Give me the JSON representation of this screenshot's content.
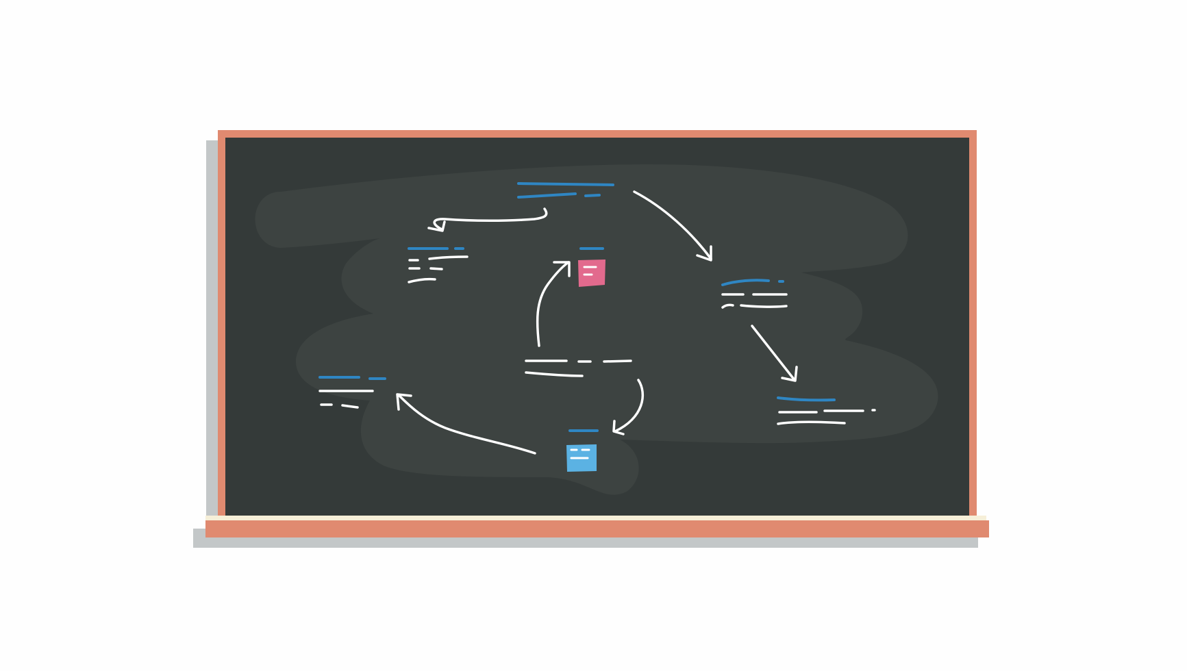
{
  "colors": {
    "background": "#fefefe",
    "frame": "#e08a70",
    "board": "#343a39",
    "smudge": "#3d4341",
    "shadow": "#c3c7c8",
    "ledge_highlight": "#f6efd8",
    "chalk": "#ffffff",
    "accent_blue": "#2f86c3",
    "sticky_pink": "#e26a8d",
    "sticky_blue": "#5bb2e3"
  },
  "diagram": {
    "nodes": [
      {
        "id": "top",
        "sticky_note": null
      },
      {
        "id": "upper-left",
        "sticky_note": null
      },
      {
        "id": "center-top",
        "sticky_note": "pink"
      },
      {
        "id": "right",
        "sticky_note": null
      },
      {
        "id": "center",
        "sticky_note": null
      },
      {
        "id": "left",
        "sticky_note": null
      },
      {
        "id": "lower-right",
        "sticky_note": null
      },
      {
        "id": "bottom",
        "sticky_note": "blue"
      }
    ],
    "edges": [
      {
        "from": "top",
        "to": "upper-left"
      },
      {
        "from": "top",
        "to": "right"
      },
      {
        "from": "right",
        "to": "lower-right"
      },
      {
        "from": "center",
        "to": "center-top"
      },
      {
        "from": "center",
        "to": "bottom"
      },
      {
        "from": "bottom",
        "to": "left"
      }
    ]
  }
}
